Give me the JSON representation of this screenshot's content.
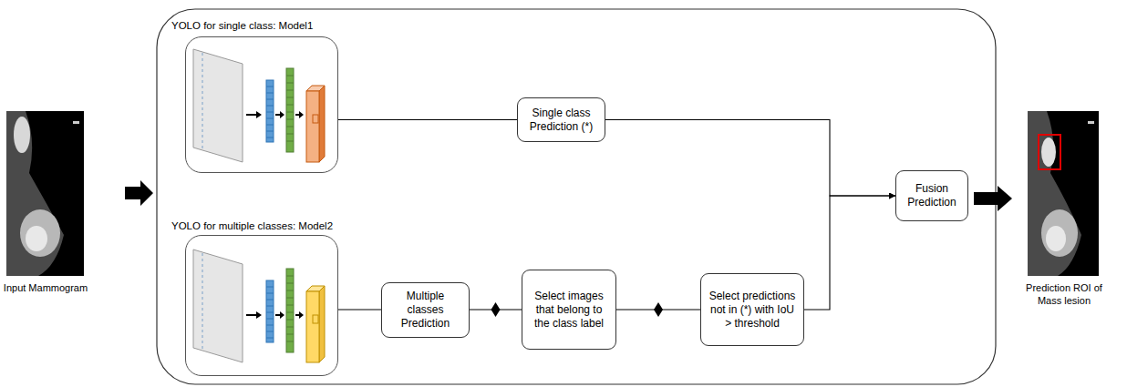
{
  "diagram": {
    "nodes": [
      {
        "text": [
          "YOLO for single class: Model1"
        ]
      },
      {
        "text": [
          "YOLO for multiple classes: Model2"
        ]
      },
      {
        "text": [
          "Single class Prediction (*)"
        ]
      },
      {
        "text": [
          "Multiple classes Prediction"
        ]
      },
      {
        "text": [
          "Select images that belong to the class label"
        ]
      },
      {
        "text": [
          "Select predictions not in (*) with IoU > threshold"
        ]
      },
      {
        "text": [
          "Fusion Prediction"
        ]
      }
    ],
    "edges": [
      {
        "from": 0,
        "to": 2,
        "arrow": "none"
      },
      {
        "from": 1,
        "to": 3,
        "arrow": "none"
      },
      {
        "from": 3,
        "to": 4,
        "arrow": "none"
      },
      {
        "from": 4,
        "to": 5,
        "arrow": "none"
      },
      {
        "from": 2,
        "to": 6,
        "arrow": "to"
      },
      {
        "from": 5,
        "to": 6,
        "arrow": "to"
      }
    ],
    "labels": [
      "Input Mammogram",
      "Prediction ROI of Mass lesion"
    ]
  }
}
